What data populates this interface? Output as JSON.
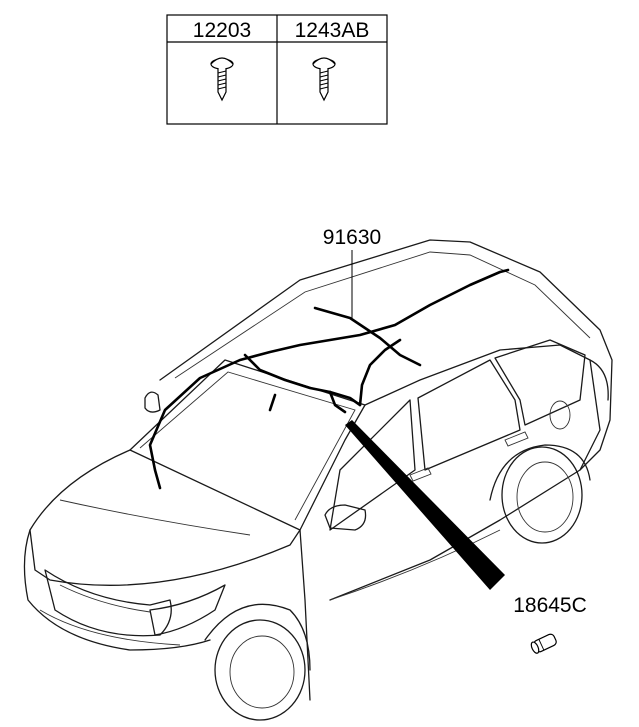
{
  "parts_table": {
    "headers": [
      "12203",
      "1243AB"
    ],
    "icons": [
      "screw-icon",
      "screw-icon"
    ]
  },
  "callouts": {
    "harness": "91630",
    "grommet": "18645C"
  },
  "icons": {
    "screw": "screw-icon",
    "grommet": "grommet-icon",
    "vehicle": "suv-outline"
  }
}
